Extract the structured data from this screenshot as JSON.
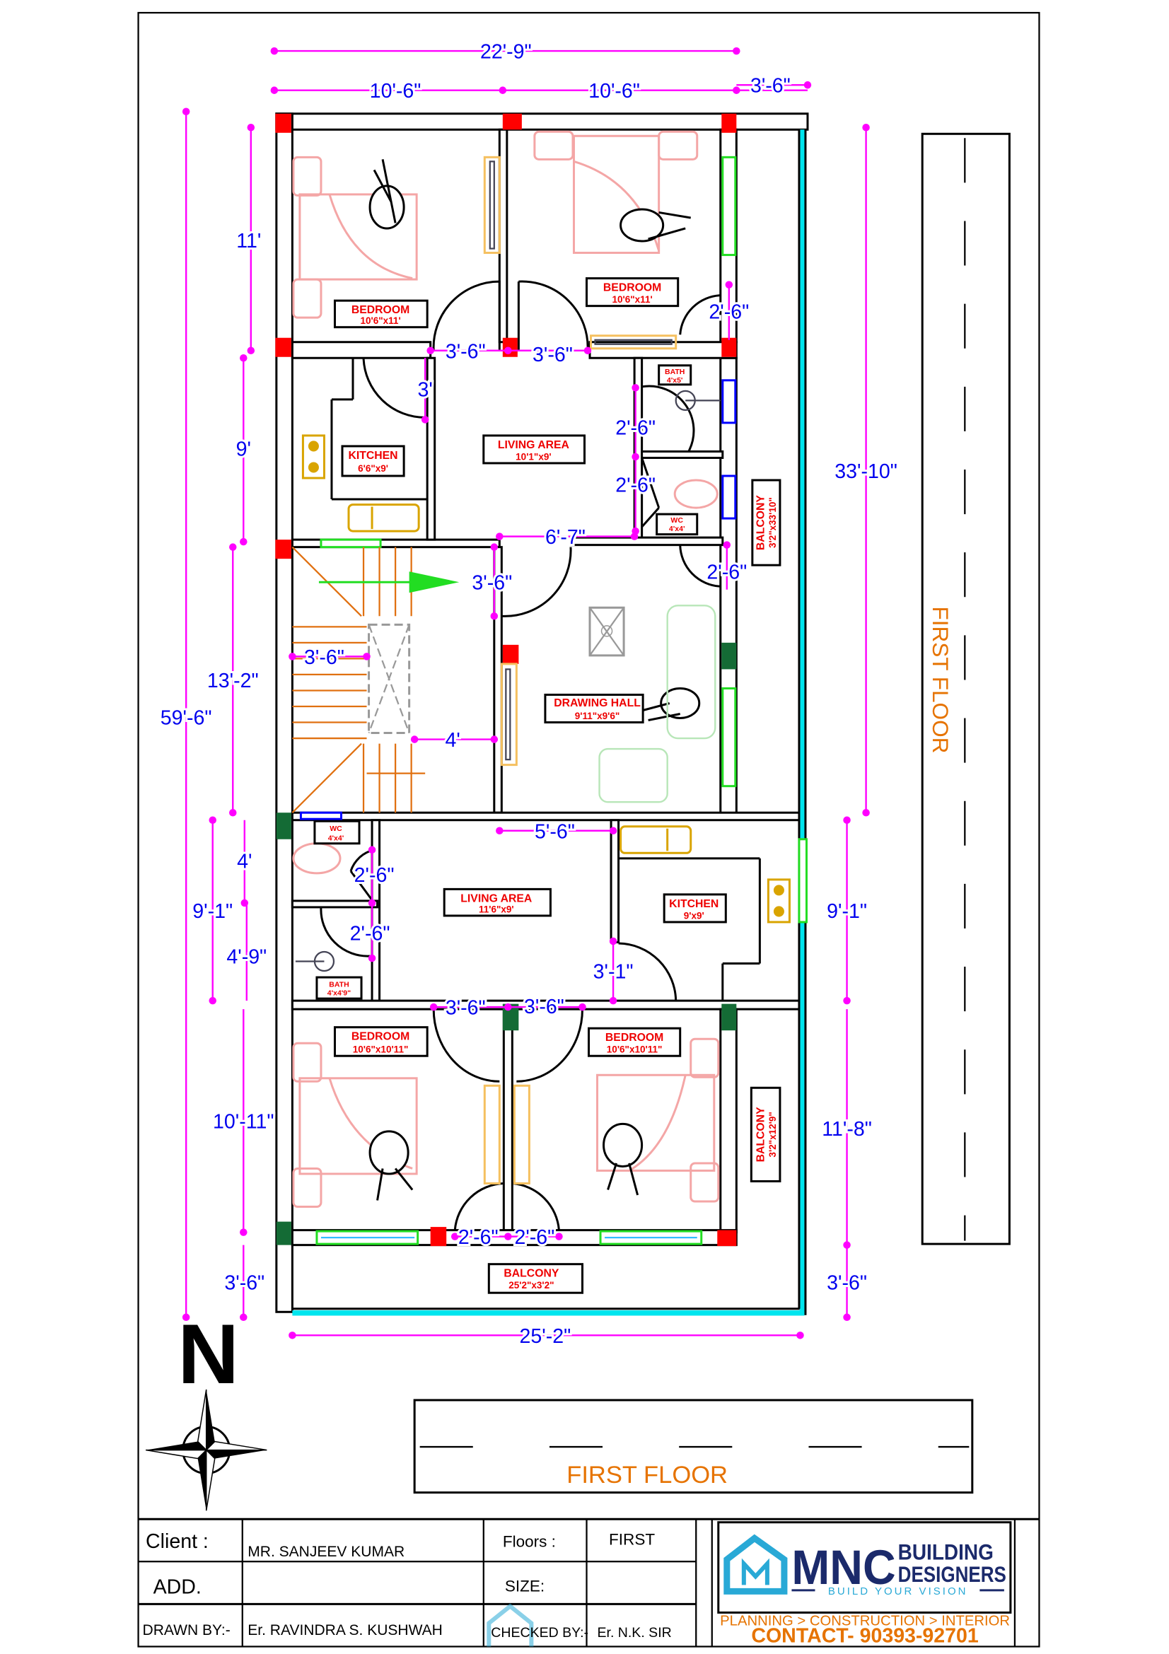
{
  "plan": {
    "rooms": [
      {
        "name": "BEDROOM",
        "size": "10'6\"x11'"
      },
      {
        "name": "BEDROOM",
        "size": "10'6\"x11'"
      },
      {
        "name": "KITCHEN",
        "size": "6'6\"x9'"
      },
      {
        "name": "LIVING AREA",
        "size": "10'1\"x9'"
      },
      {
        "name": "BATH",
        "size": "4'x5'"
      },
      {
        "name": "WC",
        "size": "4'x4'"
      },
      {
        "name": "BALCONY",
        "size": "3'2\"x33'10\""
      },
      {
        "name": "DRAWING HALL",
        "size": "9'11\"x9'6\""
      },
      {
        "name": "WC",
        "size": "4'x4'"
      },
      {
        "name": "LIVING AREA",
        "size": "11'6\"x9'"
      },
      {
        "name": "KITCHEN",
        "size": "9'x9'"
      },
      {
        "name": "BATH",
        "size": "4'x4'9\""
      },
      {
        "name": "BEDROOM",
        "size": "10'6\"x10'11\""
      },
      {
        "name": "BEDROOM",
        "size": "10'6\"x10'11\""
      },
      {
        "name": "BALCONY",
        "size": "3'2\"x12'9\""
      },
      {
        "name": "BALCONY",
        "size": "25'2\"x3'2\""
      }
    ],
    "dims": [
      "22'-9\"",
      "10'-6\"",
      "10'-6\"",
      "3'-6\"",
      "11'",
      "9'",
      "13'-2\"",
      "59'-6\"",
      "4'",
      "9'-1\"",
      "4'-9\"",
      "10'-11\"",
      "3'-6\"",
      "33'-10\"",
      "9'-1\"",
      "11'-8\"",
      "3'-6\"",
      "25'-2\"",
      "3'-6\"",
      "3'-6\"",
      "3'",
      "2'-6\"",
      "2'-6\"",
      "2'-6\"",
      "6'-7\"",
      "2'-6\"",
      "3'-6\"",
      "3'-6\"",
      "4'",
      "5'-6\"",
      "2'-6\"",
      "2'-6\"",
      "3'-1\"",
      "3'-6\"",
      "3'-6\"",
      "2'-6\"",
      "2'-6\""
    ],
    "road_label": "FIRST FLOOR",
    "floor_label": "FIRST FLOOR",
    "north": "N"
  },
  "title_block": {
    "client_label": "Client :",
    "client_value": "MR. SANJEEV KUMAR",
    "add_label": "ADD.",
    "add_value": "",
    "drawn_by_label": "DRAWN BY:-",
    "drawn_by_value": "Er. RAVINDRA S. KUSHWAH",
    "floors_label": "Floors :",
    "floors_value": "FIRST",
    "size_label": "SIZE:",
    "size_value": "",
    "checked_by_label": "CHECKED BY:-",
    "checked_by_value": "Er. N.K. SIR"
  },
  "logo": {
    "mark": "MNC",
    "line1": "BUILDING",
    "line2": "DESIGNERS",
    "tagline": "BUILD YOUR VISION",
    "services": "PLANNING > CONSTRUCTION > INTERIOR",
    "contact": "CONTACT- 90393-92701"
  },
  "colors": {
    "dimension": "#0000ee",
    "dimension_line": "#ff00ff",
    "room_label": "#ee0000",
    "accent": "#e67300",
    "logo_navy": "#1b2a6b",
    "logo_cyan": "#29a9d6",
    "column_red": "#ff0000",
    "column_green": "#146b35",
    "balcony_edge": "#00e5ee"
  }
}
